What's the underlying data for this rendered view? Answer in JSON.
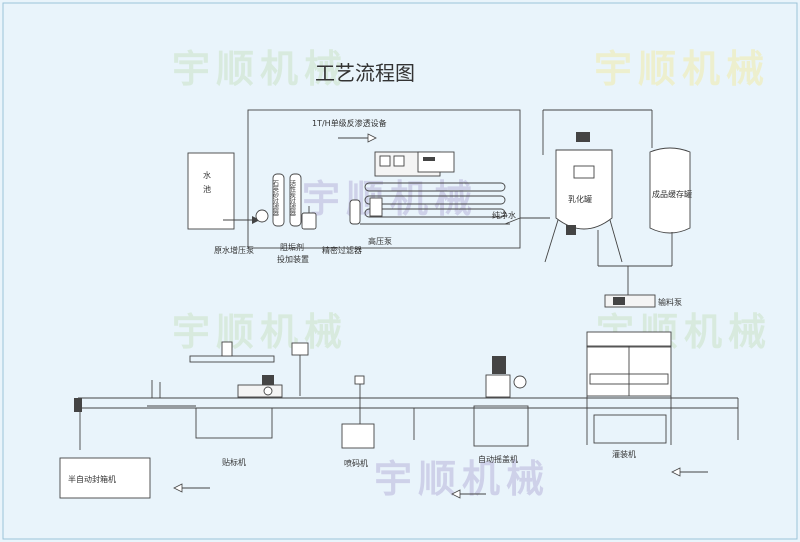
{
  "title": "工艺流程图",
  "watermark": "宇顺机械",
  "labels": {
    "ro_system": "1T/H单级反渗透设备",
    "water_pool": "水池",
    "raw_pump": "原水增压泵",
    "filter1": "石英砂过滤器",
    "filter2": "活性炭过滤器",
    "dosing": "阻垢剂投加装置",
    "precision_filter": "精密过滤器",
    "hp_pump": "高压泵",
    "pure_water": "纯净水",
    "emulsify": "乳化罐",
    "buffer_tank": "成品缓存罐",
    "transfer_pump": "输料泵",
    "filling": "灌装机",
    "capping": "自动摇盖机",
    "coding": "喷码机",
    "labeling": "贴标机",
    "sealing": "半自动封箱机"
  },
  "colors": {
    "bg": "#e9f4fb",
    "line": "#444444",
    "wm_green": "#cfe6cf",
    "wm_purple": "#b9b6dc",
    "wm_yellow": "#efefc4"
  }
}
